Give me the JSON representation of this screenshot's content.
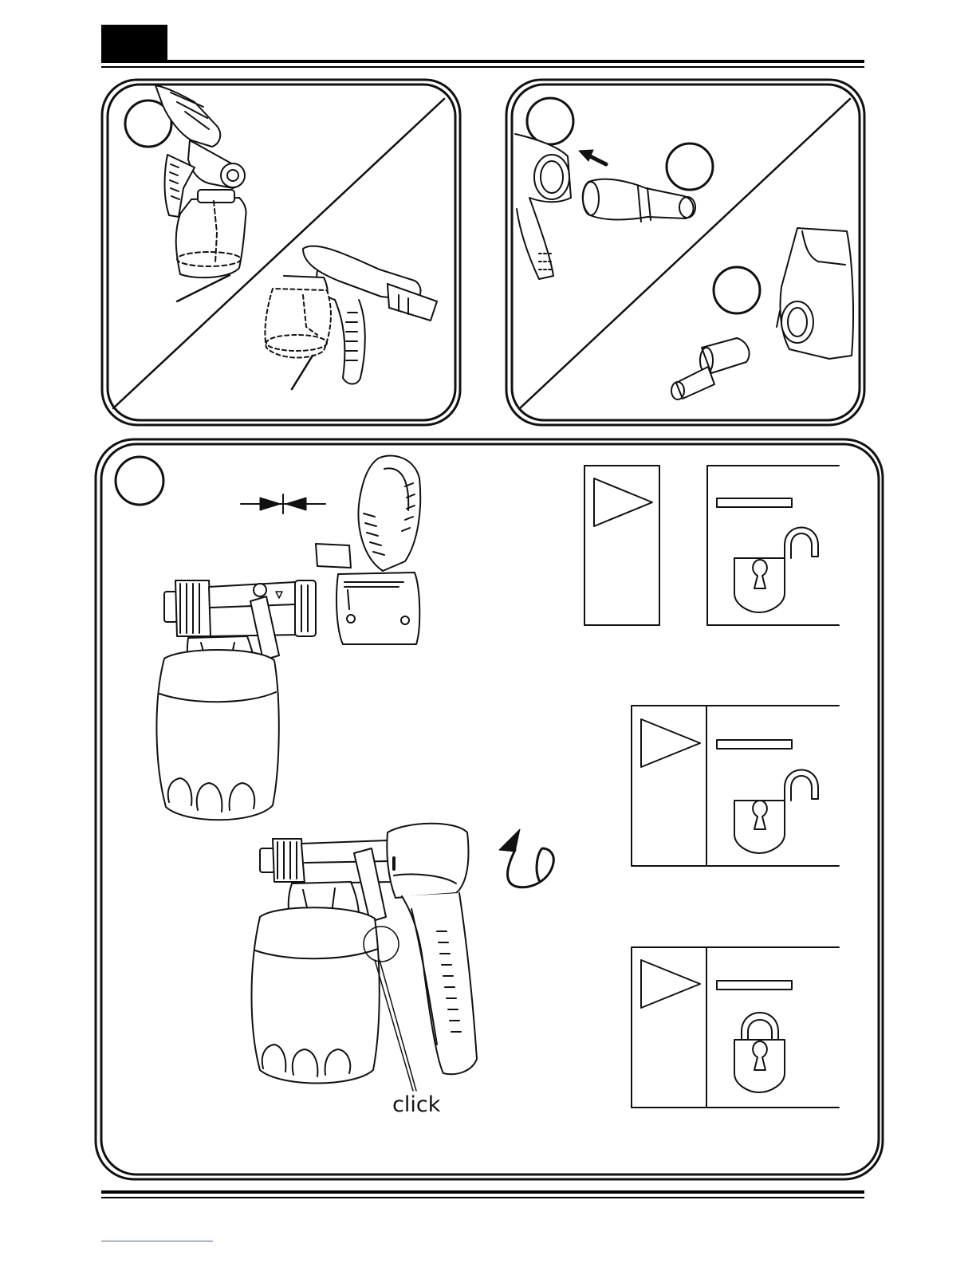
{
  "page": {
    "background": "#ffffff",
    "ink": "#111111",
    "footer_link_color": "#3b5ed6"
  },
  "figures": {
    "top_left": {
      "callout_circle_label": "",
      "icons": [
        "spray-gun-icon",
        "cup-icon",
        "suction-tube-icon"
      ]
    },
    "top_right": {
      "callout_circle_labels": [
        "",
        "",
        ""
      ],
      "icons": [
        "motor-housing-icon",
        "air-hose-icon",
        "hose-connector-icon",
        "arrow-left-icon"
      ]
    },
    "bottom": {
      "callout_circle_label": "",
      "click_text": "click",
      "icons": [
        "nozzle-assembly-icon",
        "handle-icon",
        "rotate-arrow-icon",
        "press-together-arrows-icon"
      ],
      "lock_diagrams": [
        {
          "state": "unlocked",
          "icons": [
            "triangle-marker-icon",
            "open-padlock-icon"
          ]
        },
        {
          "state": "unlocked",
          "icons": [
            "triangle-marker-icon",
            "open-padlock-icon"
          ]
        },
        {
          "state": "locked",
          "icons": [
            "triangle-marker-icon",
            "closed-padlock-icon"
          ]
        }
      ]
    }
  }
}
